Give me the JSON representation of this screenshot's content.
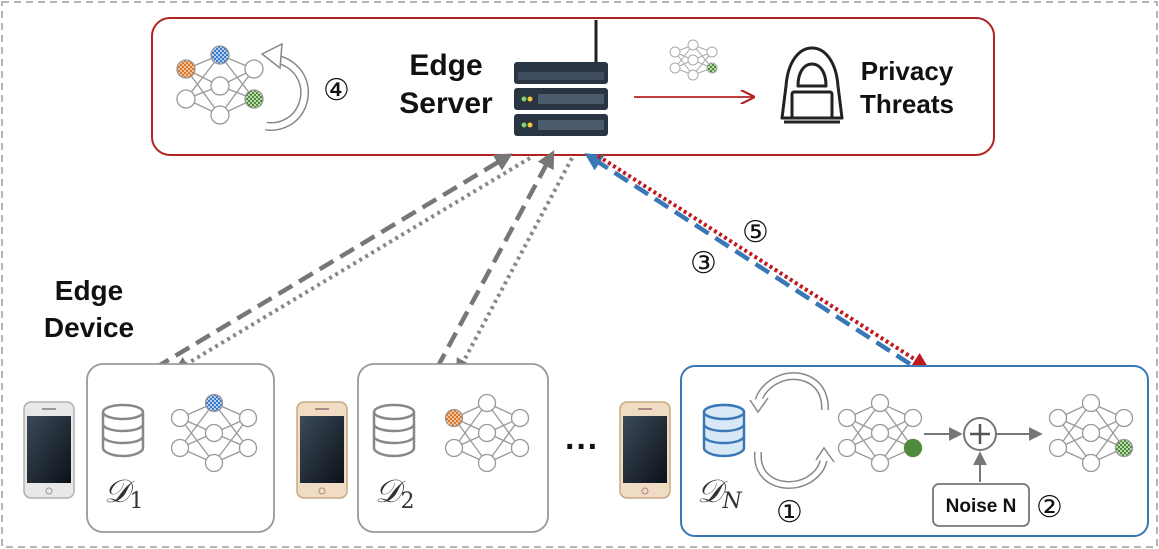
{
  "edge_server": {
    "title_line1": "Edge",
    "title_line2": "Server",
    "step": "④"
  },
  "privacy": {
    "line1": "Privacy",
    "line2": "Threats"
  },
  "edge_device": {
    "line1": "Edge",
    "line2": "Device"
  },
  "devices": [
    {
      "dataset": "𝒟",
      "subscript": "1"
    },
    {
      "dataset": "𝒟",
      "subscript": "2"
    },
    {
      "dataset": "𝒟",
      "subscript": "N"
    }
  ],
  "ellipsis": "···",
  "steps": {
    "upload": "③",
    "download": "⑤",
    "train": "①",
    "noise": "②"
  },
  "noise_label": "Noise N",
  "colors": {
    "server_border": "#b22222",
    "device_n_border": "#3a78b5",
    "device_border": "#999999",
    "upload_arrow": "#3a78b5",
    "download_arrow": "#c0181c",
    "gray_arrow": "#777777",
    "orange_weight": "#d9772c",
    "blue_weight": "#3a78c8",
    "green_weight": "#4e8a3a"
  }
}
